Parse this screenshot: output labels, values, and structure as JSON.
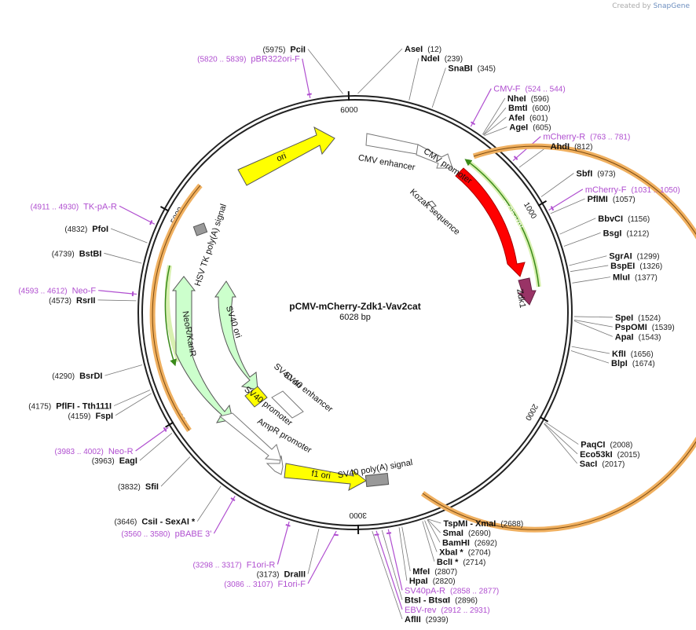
{
  "header": {
    "credit": "Created by",
    "brand": "SnapGene"
  },
  "plasmid": {
    "name": "pCMV-mCherry-Zdk1-Vav2cat",
    "size_text": "6028 bp",
    "length": 6028
  },
  "ticks": [
    {
      "pos": 6000,
      "label": "6000"
    },
    {
      "pos": 1000,
      "label": "1000"
    },
    {
      "pos": 2000,
      "label": "2000"
    },
    {
      "pos": 3000,
      "label": "3000"
    },
    {
      "pos": 4000,
      "label": "4000"
    },
    {
      "pos": 5000,
      "label": "5000"
    }
  ],
  "sites": [
    {
      "name": "PciI",
      "pos": 5975,
      "pos_text": "(5975)"
    },
    {
      "name": "AseI",
      "pos": 12,
      "pos_text": "(12)"
    },
    {
      "name": "NdeI",
      "pos": 239,
      "pos_text": "(239)"
    },
    {
      "name": "SnaBI",
      "pos": 345,
      "pos_text": "(345)"
    },
    {
      "name": "NheI",
      "pos": 596,
      "pos_text": "(596)"
    },
    {
      "name": "BmtI",
      "pos": 600,
      "pos_text": "(600)"
    },
    {
      "name": "AfeI",
      "pos": 601,
      "pos_text": "(601)"
    },
    {
      "name": "AgeI",
      "pos": 605,
      "pos_text": "(605)"
    },
    {
      "name": "AhdI",
      "pos": 812,
      "pos_text": "(812)"
    },
    {
      "name": "SbfI",
      "pos": 973,
      "pos_text": "(973)"
    },
    {
      "name": "PflMI",
      "pos": 1057,
      "pos_text": "(1057)"
    },
    {
      "name": "BbvCI",
      "pos": 1156,
      "pos_text": "(1156)"
    },
    {
      "name": "BsgI",
      "pos": 1212,
      "pos_text": "(1212)"
    },
    {
      "name": "SgrAI",
      "pos": 1299,
      "pos_text": "(1299)"
    },
    {
      "name": "BspEI",
      "pos": 1326,
      "pos_text": "(1326)"
    },
    {
      "name": "MluI",
      "pos": 1377,
      "pos_text": "(1377)"
    },
    {
      "name": "SpeI",
      "pos": 1524,
      "pos_text": "(1524)"
    },
    {
      "name": "PspOMI",
      "pos": 1539,
      "pos_text": "(1539)"
    },
    {
      "name": "ApaI",
      "pos": 1543,
      "pos_text": "(1543)"
    },
    {
      "name": "KflI",
      "pos": 1656,
      "pos_text": "(1656)"
    },
    {
      "name": "BlpI",
      "pos": 1674,
      "pos_text": "(1674)"
    },
    {
      "name": "PaqCI",
      "pos": 2008,
      "pos_text": "(2008)"
    },
    {
      "name": "Eco53kI",
      "pos": 2015,
      "pos_text": "(2015)"
    },
    {
      "name": "SacI",
      "pos": 2017,
      "pos_text": "(2017)"
    },
    {
      "name": "TspMI - XmaI",
      "pos": 2688,
      "pos_text": "(2688)"
    },
    {
      "name": "SmaI",
      "pos": 2690,
      "pos_text": "(2690)"
    },
    {
      "name": "BamHI",
      "pos": 2692,
      "pos_text": "(2692)"
    },
    {
      "name": "XbaI *",
      "pos": 2704,
      "pos_text": "(2704)"
    },
    {
      "name": "BclI *",
      "pos": 2714,
      "pos_text": "(2714)"
    },
    {
      "name": "MfeI",
      "pos": 2807,
      "pos_text": "(2807)"
    },
    {
      "name": "HpaI",
      "pos": 2820,
      "pos_text": "(2820)"
    },
    {
      "name": "BtsI - BtsαI",
      "pos": 2896,
      "pos_text": "(2896)"
    },
    {
      "name": "AflII",
      "pos": 2939,
      "pos_text": "(2939)"
    },
    {
      "name": "DraIII",
      "pos": 3173,
      "pos_text": "(3173)"
    },
    {
      "name": "CsiI - SexAI *",
      "pos": 3646,
      "pos_text": "(3646)"
    },
    {
      "name": "SfiI",
      "pos": 3832,
      "pos_text": "(3832)"
    },
    {
      "name": "EagI",
      "pos": 3963,
      "pos_text": "(3963)"
    },
    {
      "name": "FspI",
      "pos": 4159,
      "pos_text": "(4159)"
    },
    {
      "name": "PflFI - Tth111I",
      "pos": 4175,
      "pos_text": "(4175)"
    },
    {
      "name": "BsrDI",
      "pos": 4290,
      "pos_text": "(4290)"
    },
    {
      "name": "RsrII",
      "pos": 4573,
      "pos_text": "(4573)"
    },
    {
      "name": "BstBI",
      "pos": 4739,
      "pos_text": "(4739)"
    },
    {
      "name": "PfoI",
      "pos": 4832,
      "pos_text": "(4832)"
    }
  ],
  "primers": [
    {
      "name": "pBR322ori-F",
      "range_text": "(5820 .. 5839)",
      "pos": 5830
    },
    {
      "name": "CMV-F",
      "range_text": "(524 .. 544)",
      "pos": 534
    },
    {
      "name": "mCherry-R",
      "range_text": "(763 .. 781)",
      "pos": 772
    },
    {
      "name": "mCherry-F",
      "range_text": "(1031 .. 1050)",
      "pos": 1040
    },
    {
      "name": "SV40pA-R",
      "range_text": "(2858 .. 2877)",
      "pos": 2868
    },
    {
      "name": "EBV-rev",
      "range_text": "(2912 .. 2931)",
      "pos": 2921
    },
    {
      "name": "F1ori-F",
      "range_text": "(3086 .. 3107)",
      "pos": 3096
    },
    {
      "name": "F1ori-R",
      "range_text": "(3298 .. 3317)",
      "pos": 3307
    },
    {
      "name": "pBABE 3'",
      "range_text": "(3560 .. 3580)",
      "pos": 3570
    },
    {
      "name": "Neo-R",
      "range_text": "(3983 .. 4002)",
      "pos": 3992
    },
    {
      "name": "Neo-F",
      "range_text": "(4593 .. 4612)",
      "pos": 4602
    },
    {
      "name": "TK-pA-R",
      "range_text": "(4911 .. 4930)",
      "pos": 4920
    }
  ],
  "features": [
    {
      "name": "ori",
      "color": "#ffff00"
    },
    {
      "name": "CMV enhancer",
      "color": "#ffffff"
    },
    {
      "name": "CMV promoter",
      "color": "#ffffff"
    },
    {
      "name": "mCherry",
      "color": "#ff0000"
    },
    {
      "name": "Kozak sequence",
      "color": "#ffffff"
    },
    {
      "name": "Zdk1",
      "color": "#993366"
    },
    {
      "name": "HSV TK poly(A) signal",
      "color": "#999999"
    },
    {
      "name": "NeoR/KanR",
      "color": "#ccffcc"
    },
    {
      "name": "SV40 ori",
      "color": "#ffff00"
    },
    {
      "name": "SV40 enhancer",
      "color": "#ffffff"
    },
    {
      "name": "SV40 promoter",
      "color": "#ffffff"
    },
    {
      "name": "AmpR promoter",
      "color": "#ffffff"
    },
    {
      "name": "f1 ori",
      "color": "#ffff00"
    },
    {
      "name": "SV40 poly(A) signal",
      "color": "#999999"
    }
  ],
  "colors": {
    "primer": "#b04fd0",
    "orf": "#f0b060",
    "orf_inner": "#3a8a1a",
    "backbone": "#222222"
  }
}
